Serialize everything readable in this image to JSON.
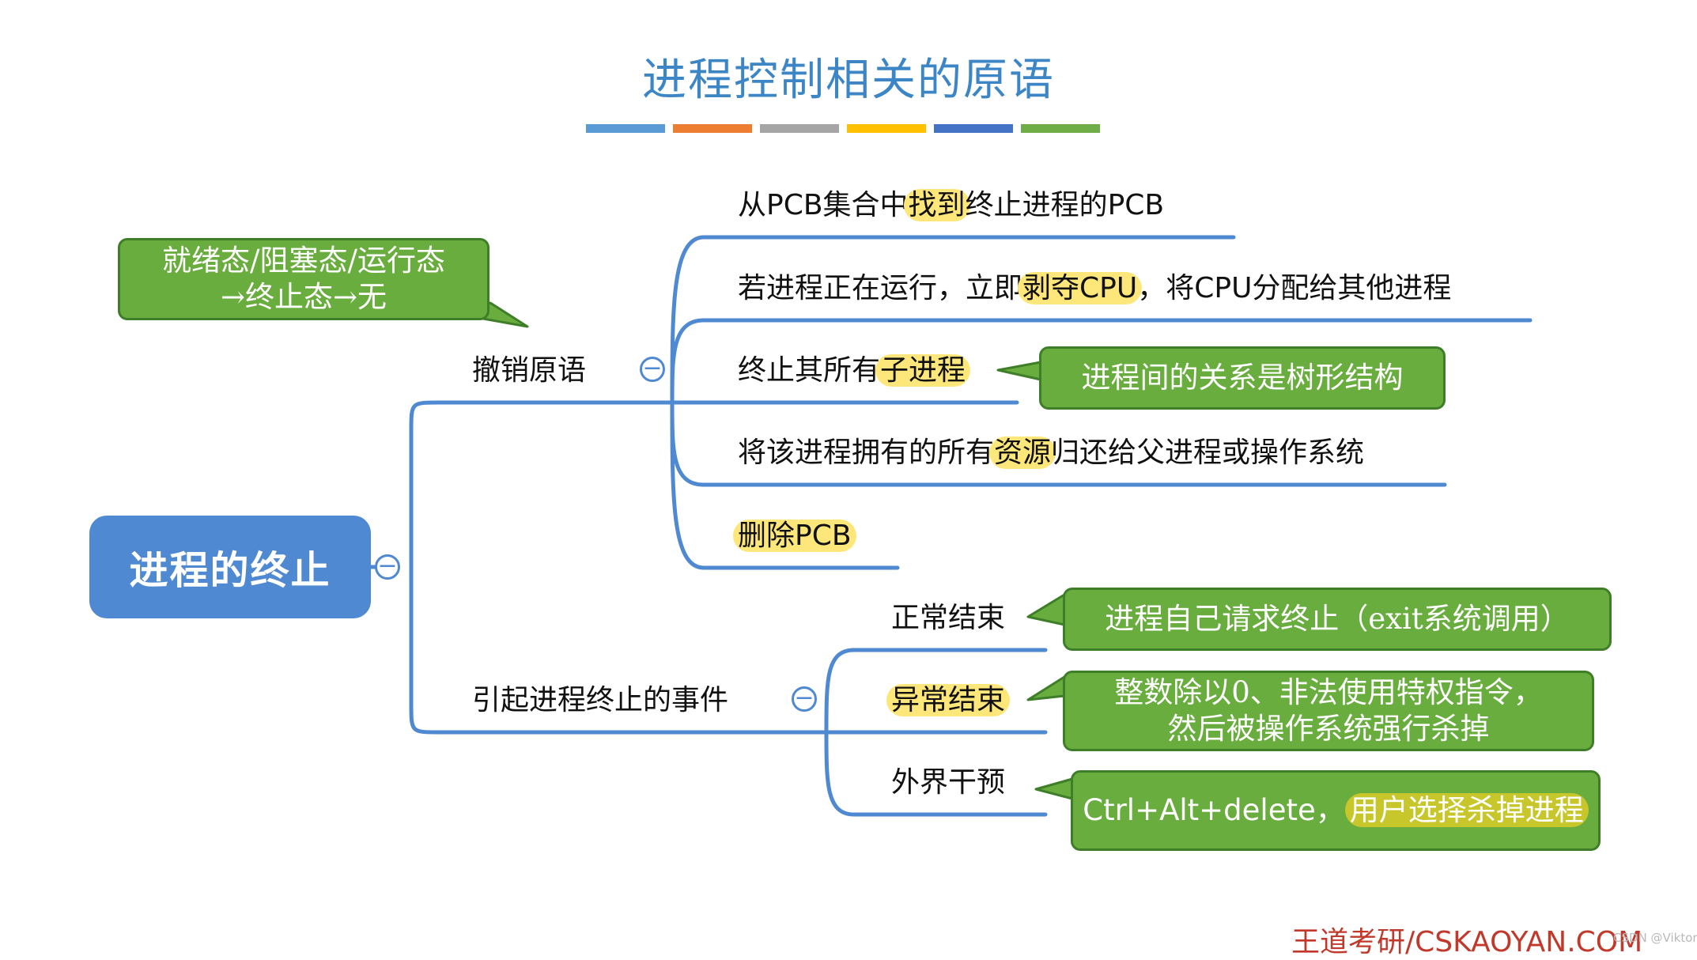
{
  "title": "进程控制相关的原语",
  "title_bar_colors": [
    "#5b9bd5",
    "#ed7d31",
    "#a5a5a5",
    "#ffc000",
    "#4472c4",
    "#70ad47"
  ],
  "root": {
    "label": "进程的终止"
  },
  "branches": [
    {
      "label": "撤销原语",
      "toggle": "−",
      "children": [
        {
          "before": "从PCB集合中",
          "highlight": "找到",
          "after": "终止进程的PCB"
        },
        {
          "before": "若进程正在运行，立即",
          "highlight": "剥夺CPU",
          "after": "，将CPU分配给其他进程"
        },
        {
          "before": "终止其所有",
          "highlight": "子进程",
          "after": ""
        },
        {
          "before": "将该进程拥有的所有",
          "highlight": "资源",
          "after": "归还给父进程或操作系统"
        },
        {
          "before": "",
          "highlight": "删除PCB",
          "after": ""
        }
      ]
    },
    {
      "label": "引起进程终止的事件",
      "toggle": "−",
      "children": [
        {
          "before": "正常结束",
          "highlight": "",
          "after": ""
        },
        {
          "before": "",
          "highlight": "异常结束",
          "after": ""
        },
        {
          "before": "外界干预",
          "highlight": "",
          "after": ""
        }
      ]
    }
  ],
  "root_toggle": "−",
  "callouts": {
    "states": {
      "line1": "就绪态/阻塞态/运行态",
      "line2": "→终止态→无"
    },
    "tree": {
      "text": "进程间的关系是树形结构"
    },
    "exit": {
      "text": "进程自己请求终止（exit系统调用）"
    },
    "abnormal": {
      "line1": "整数除以0、非法使用特权指令，",
      "line2": "然后被操作系统强行杀掉"
    },
    "external": {
      "before": "Ctrl+Alt+delete，",
      "highlight": "用户选择杀掉进程"
    }
  },
  "watermark": "王道考研/CSKAOYAN.COM",
  "credit": "CSDN @Viktoriae",
  "colors": {
    "accent": "#4f89d1",
    "callout_green": "#6aad3f",
    "highlight_yellow": "#fde77a",
    "watermark": "#c0392b"
  }
}
